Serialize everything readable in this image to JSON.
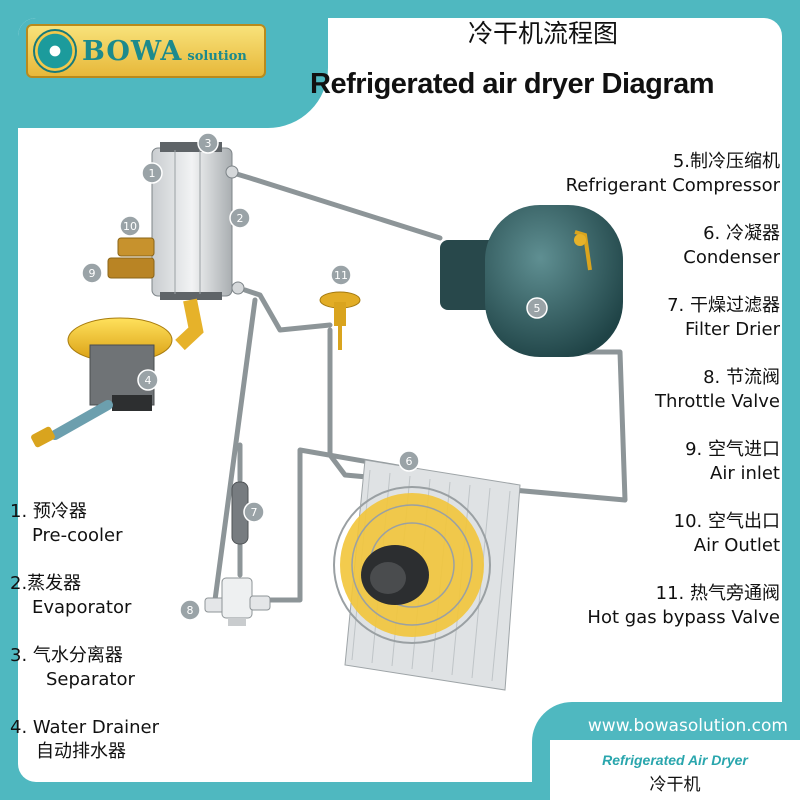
{
  "brand": {
    "logo_text": "BOWA",
    "logo_sub": "solution",
    "website": "www.bowasolution.com"
  },
  "title": {
    "cn": "冷干机流程图",
    "en": "Refrigerated air dryer Diagram"
  },
  "legend_right": [
    {
      "cn": "5.制冷压缩机",
      "en": "Refrigerant Compressor"
    },
    {
      "cn": "6. 冷凝器",
      "en": "Condenser"
    },
    {
      "cn": "7. 干燥过滤器",
      "en": "Filter Drier"
    },
    {
      "cn": "8. 节流阀",
      "en": "Throttle Valve"
    },
    {
      "cn": "9. 空气进口",
      "en": "Air inlet"
    },
    {
      "cn": "10. 空气出口",
      "en": "Air Outlet"
    },
    {
      "cn": "11. 热气旁通阀",
      "en": "Hot gas bypass Valve"
    }
  ],
  "legend_left": [
    {
      "line1": "1. 预冷器",
      "line2": "Pre-cooler"
    },
    {
      "line1": "2.蒸发器",
      "line2": "Evaporator"
    },
    {
      "line1": "3. 气水分离器",
      "line2": "Separator"
    },
    {
      "line1": "4. Water Drainer",
      "line2": "自动排水器"
    }
  ],
  "footer": {
    "en": "Refrigerated Air Dryer",
    "cn": "冷干机"
  },
  "component_numbers": [
    "1",
    "2",
    "3",
    "4",
    "5",
    "6",
    "7",
    "8",
    "9",
    "10",
    "11"
  ],
  "colors": {
    "accent_teal": "#4fb8c0",
    "compressor": "#2f5f63",
    "drainer_yellow": "#f2c53a",
    "pipe_gray": "#8d9598"
  }
}
